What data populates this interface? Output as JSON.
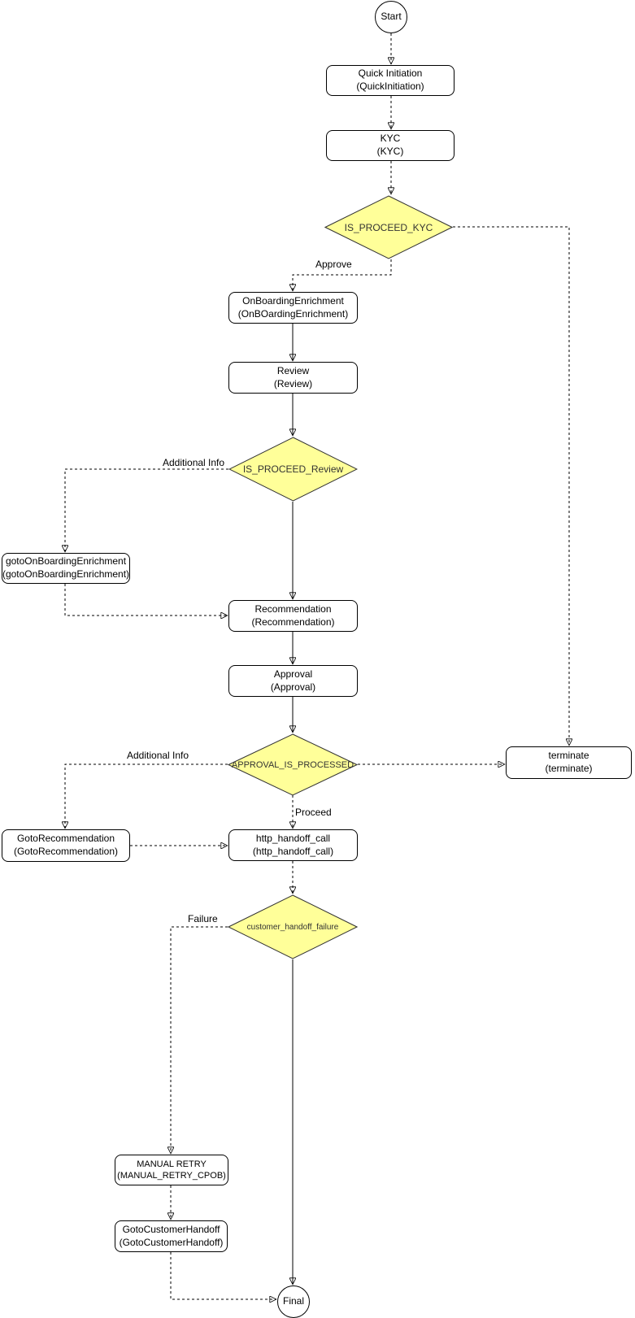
{
  "colors": {
    "decision_fill": "#FFFF99",
    "decision_stroke": "#333333",
    "shape_stroke": "#000000",
    "edge_color": "#000000",
    "canvas_bg": "#FFFFFF"
  },
  "nodes": {
    "start": {
      "label": "Start"
    },
    "quick_initiation": {
      "line1": "Quick Initiation",
      "line2": "(QuickInitiation)"
    },
    "kyc": {
      "line1": "KYC",
      "line2": "(KYC)"
    },
    "is_proceed_kyc": {
      "label": "IS_PROCEED_KYC"
    },
    "onboarding_enrichment": {
      "line1": "OnBoardingEnrichment",
      "line2": "(OnBOardingEnrichment)"
    },
    "review": {
      "line1": "Review",
      "line2": "(Review)"
    },
    "is_proceed_review": {
      "label": "IS_PROCEED_Review"
    },
    "goto_onboarding_enrichment": {
      "line1": "gotoOnBoardingEnrichment",
      "line2": "(gotoOnBoardingEnrichment)"
    },
    "recommendation": {
      "line1": "Recommendation",
      "line2": "(Recommendation)"
    },
    "approval": {
      "line1": "Approval",
      "line2": "(Approval)"
    },
    "approval_is_processed": {
      "label": "APPROVAL_IS_PROCESSED"
    },
    "terminate": {
      "line1": "terminate",
      "line2": "(terminate)"
    },
    "goto_recommendation": {
      "line1": "GotoRecommendation",
      "line2": "(GotoRecommendation)"
    },
    "http_handoff_call": {
      "line1": "http_handoff_call",
      "line2": "(http_handoff_call)"
    },
    "customer_handoff_failure": {
      "label": "customer_handoff_failure"
    },
    "manual_retry": {
      "line1": "MANUAL RETRY",
      "line2": "(MANUAL_RETRY_CPOB)"
    },
    "goto_customer_handoff": {
      "line1": "GotoCustomerHandoff",
      "line2": "(GotoCustomerHandoff)"
    },
    "final": {
      "label": "Final"
    }
  },
  "edge_labels": {
    "approve": "Approve",
    "additional_info_review": "Additional Info",
    "additional_info_approval": "Additional Info",
    "proceed": "Proceed",
    "failure": "Failure"
  }
}
